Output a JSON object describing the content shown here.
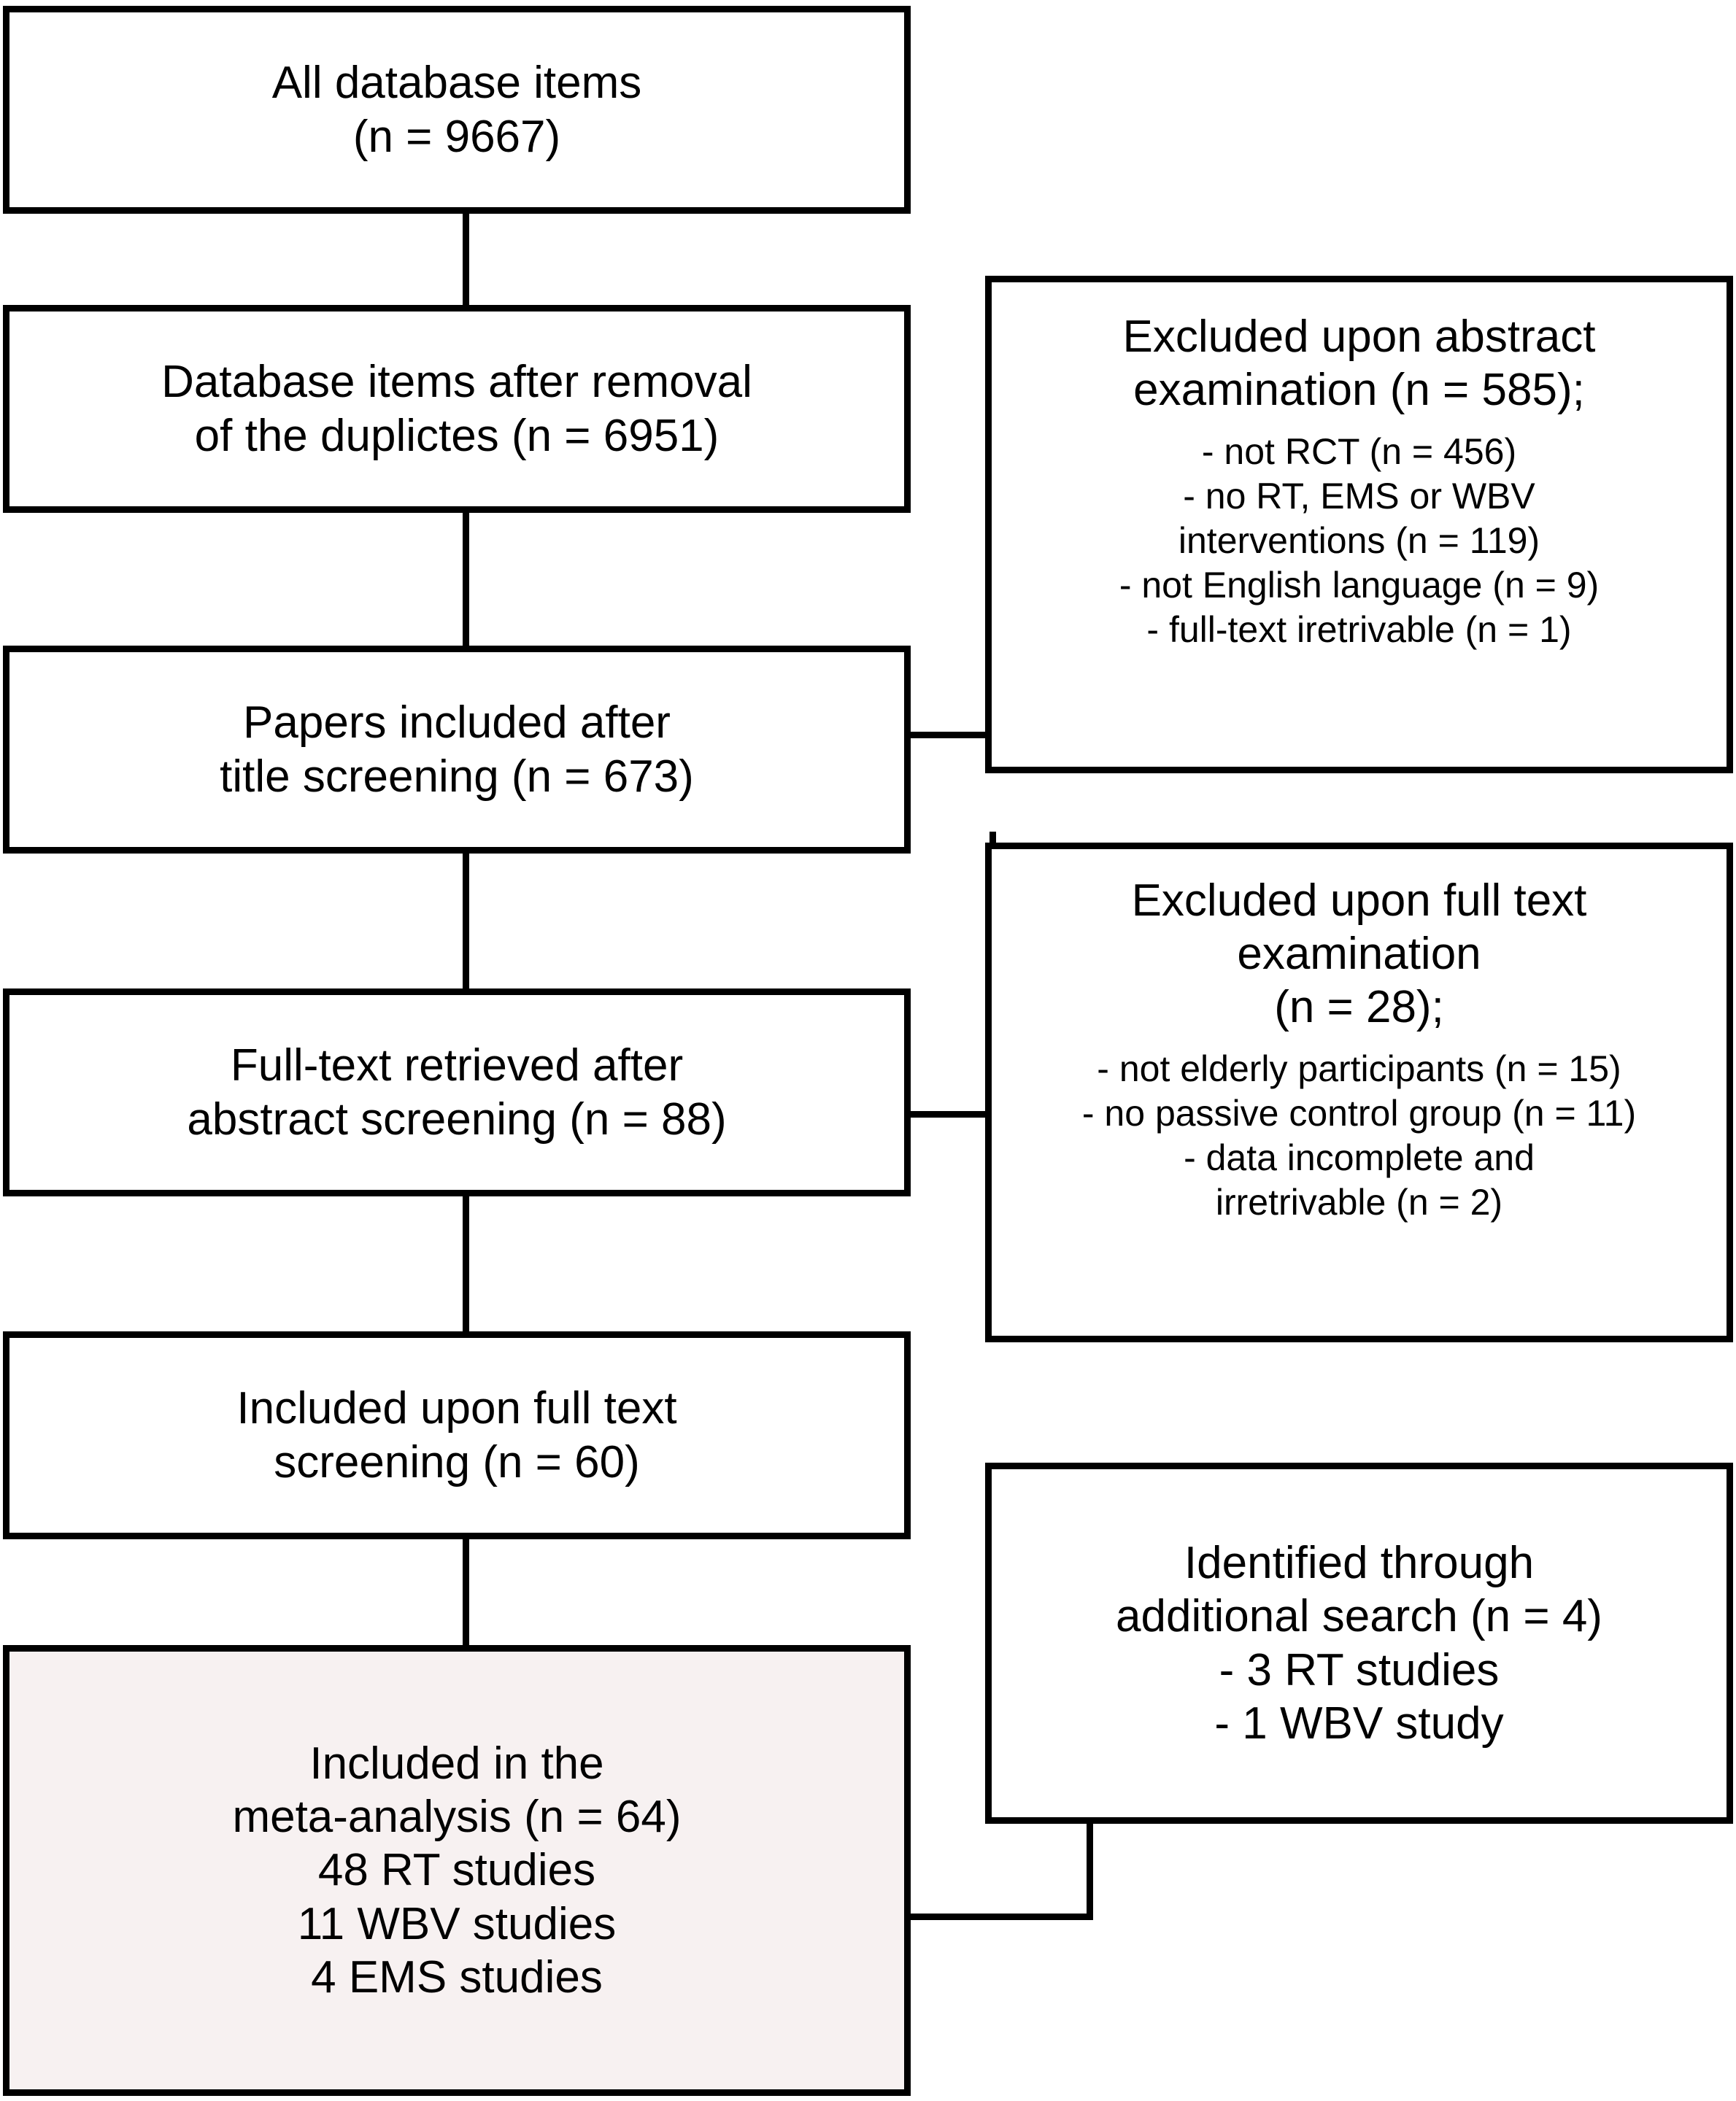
{
  "diagram": {
    "type": "prisma-flow-diagram",
    "title": "",
    "accent_color": "#000000",
    "highlight_fill": "#f7f1f1",
    "background": "#ffffff"
  },
  "chart_data": {
    "type": "table",
    "title": "PRISMA study selection flow",
    "stages": [
      {
        "label": "All database items",
        "n": 9667
      },
      {
        "label": "Database items after removal of the duplictes",
        "n": 6951
      },
      {
        "label": "Papers included after title screening",
        "n": 673
      },
      {
        "label": "Full-text retrieved after abstract screening",
        "n": 88
      },
      {
        "label": "Included upon full text screening",
        "n": 60
      },
      {
        "label": "Included in the meta-analysis",
        "n": 64
      }
    ],
    "exclusions": [
      {
        "label": "Excluded upon abstract examination",
        "n": 585,
        "reasons": [
          {
            "reason": "not RCT",
            "n": 456
          },
          {
            "reason": "no RT, EMS or WBV interventions",
            "n": 119
          },
          {
            "reason": "not English language",
            "n": 9
          },
          {
            "reason": "full-text iretrivable",
            "n": 1
          }
        ]
      },
      {
        "label": "Excluded upon full text examination",
        "n": 28,
        "reasons": [
          {
            "reason": "not elderly participants",
            "n": 15
          },
          {
            "reason": "no passive control group",
            "n": 11
          },
          {
            "reason": "data incomplete and irretrivable",
            "n": 2
          }
        ]
      }
    ],
    "additional": {
      "label": "Identified through additional search",
      "n": 4,
      "items": [
        {
          "reason": "RT studies",
          "n": 3
        },
        {
          "reason": "WBV study",
          "n": 1
        }
      ]
    },
    "final_breakdown": [
      {
        "type": "RT studies",
        "n": 48
      },
      {
        "type": "WBV studies",
        "n": 11
      },
      {
        "type": "EMS studies",
        "n": 4
      }
    ]
  },
  "boxes": {
    "all_items": {
      "line1": "All database items",
      "line2": "(n = 9667)"
    },
    "after_duplicates": {
      "line1": "Database items after removal",
      "line2": "of the duplictes (n = 6951)"
    },
    "title_screening": {
      "line1": "Papers included after",
      "line2": "title screening (n = 673)"
    },
    "fulltext_retrieved": {
      "line1": "Full-text retrieved after",
      "line2": "abstract screening (n = 88)"
    },
    "included_fulltext": {
      "line1": "Included upon full text",
      "line2": "screening (n = 60)"
    },
    "meta_analysis": {
      "line1": "Included in the",
      "line2": "meta-analysis (n = 64)",
      "line3": "48 RT studies",
      "line4": "11 WBV studies",
      "line5": "4 EMS studies"
    },
    "excluded_abstract": {
      "line1": "Excluded upon abstract",
      "line2": "examination (n = 585);",
      "bullet1": "- not RCT (n = 456)",
      "bullet2": "- no RT, EMS or WBV",
      "bullet3": "interventions (n = 119)",
      "bullet4": "- not English language (n = 9)",
      "bullet5": "-   full-text iretrivable (n = 1)"
    },
    "excluded_fulltext": {
      "line1": "Excluded upon full text",
      "line2": "examination",
      "line3": "(n = 28);",
      "bullet1": "- not elderly participants (n = 15)",
      "bullet2": "- no passive control group (n = 11)",
      "bullet3": "- data incomplete and",
      "bullet4": "irretrivable (n = 2)"
    },
    "additional_search": {
      "line1": "Identified through",
      "line2": "additional search (n = 4)",
      "line3": "- 3 RT studies",
      "line4": "- 1 WBV study"
    }
  }
}
